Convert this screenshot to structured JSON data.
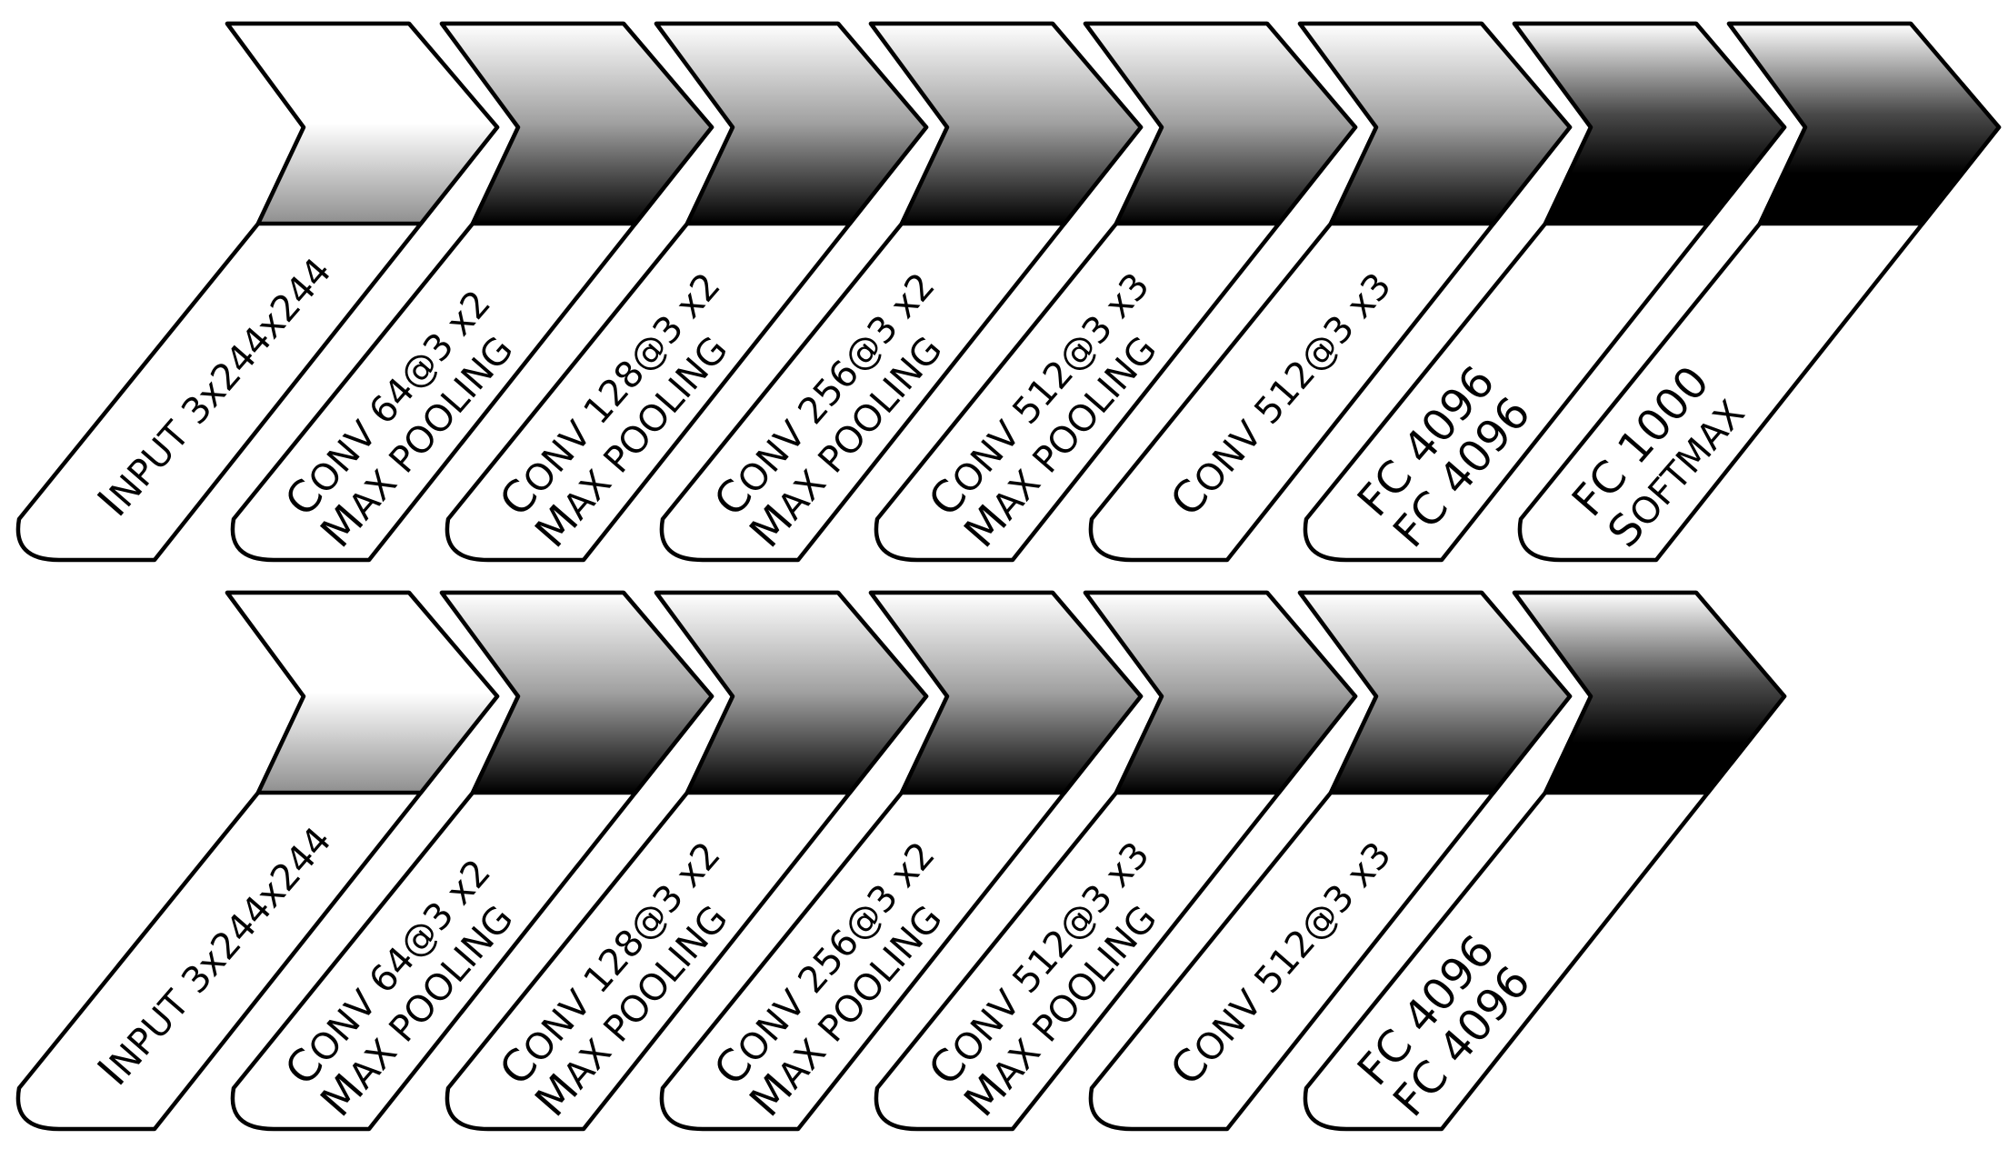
{
  "diagram": {
    "rows": [
      {
        "blocks": [
          {
            "lines": [
              [
                [
                  "I",
                  "cap"
                ],
                [
                  "NPUT 3x244x244",
                  ""
                ]
              ]
            ],
            "tone": "white"
          },
          {
            "lines": [
              [
                [
                  "C",
                  "cap"
                ],
                [
                  "ONV 64@3 x2",
                  ""
                ]
              ],
              [
                [
                  "M",
                  "cap"
                ],
                [
                  "AX POOLING",
                  ""
                ]
              ]
            ],
            "tone": "mid"
          },
          {
            "lines": [
              [
                [
                  "C",
                  "cap"
                ],
                [
                  "ONV 128@3 x2",
                  ""
                ]
              ],
              [
                [
                  "M",
                  "cap"
                ],
                [
                  "AX POOLING",
                  ""
                ]
              ]
            ],
            "tone": "mid"
          },
          {
            "lines": [
              [
                [
                  "C",
                  "cap"
                ],
                [
                  "ONV 256@3 x2",
                  ""
                ]
              ],
              [
                [
                  "M",
                  "cap"
                ],
                [
                  "AX POOLING",
                  ""
                ]
              ]
            ],
            "tone": "mid"
          },
          {
            "lines": [
              [
                [
                  "C",
                  "cap"
                ],
                [
                  "ONV 512@3 x3",
                  ""
                ]
              ],
              [
                [
                  "M",
                  "cap"
                ],
                [
                  "AX POOLING",
                  ""
                ]
              ]
            ],
            "tone": "mid"
          },
          {
            "lines": [
              [
                [
                  "C",
                  "cap"
                ],
                [
                  "ONV 512@3 x3",
                  ""
                ]
              ]
            ],
            "tone": "mid"
          },
          {
            "lines": [
              [
                [
                  "FC 4096",
                  "cap"
                ]
              ],
              [
                [
                  "FC 4096",
                  "cap"
                ]
              ]
            ],
            "tone": "dark"
          },
          {
            "lines": [
              [
                [
                  "FC 1000",
                  "cap"
                ]
              ],
              [
                [
                  "S",
                  "cap"
                ],
                [
                  "OFTMAX",
                  ""
                ]
              ]
            ],
            "tone": "dark"
          }
        ]
      },
      {
        "blocks": [
          {
            "lines": [
              [
                [
                  "I",
                  "cap"
                ],
                [
                  "NPUT 3x244x244",
                  ""
                ]
              ]
            ],
            "tone": "white"
          },
          {
            "lines": [
              [
                [
                  "C",
                  "cap"
                ],
                [
                  "ONV 64@3 x2",
                  ""
                ]
              ],
              [
                [
                  "M",
                  "cap"
                ],
                [
                  "AX POOLING",
                  ""
                ]
              ]
            ],
            "tone": "mid"
          },
          {
            "lines": [
              [
                [
                  "C",
                  "cap"
                ],
                [
                  "ONV 128@3 x2",
                  ""
                ]
              ],
              [
                [
                  "M",
                  "cap"
                ],
                [
                  "AX POOLING",
                  ""
                ]
              ]
            ],
            "tone": "mid"
          },
          {
            "lines": [
              [
                [
                  "C",
                  "cap"
                ],
                [
                  "ONV 256@3 x2",
                  ""
                ]
              ],
              [
                [
                  "M",
                  "cap"
                ],
                [
                  "AX POOLING",
                  ""
                ]
              ]
            ],
            "tone": "mid"
          },
          {
            "lines": [
              [
                [
                  "C",
                  "cap"
                ],
                [
                  "ONV 512@3 x3",
                  ""
                ]
              ],
              [
                [
                  "M",
                  "cap"
                ],
                [
                  "AX POOLING",
                  ""
                ]
              ]
            ],
            "tone": "mid"
          },
          {
            "lines": [
              [
                [
                  "C",
                  "cap"
                ],
                [
                  "ONV 512@3 x3",
                  ""
                ]
              ]
            ],
            "tone": "mid"
          },
          {
            "lines": [
              [
                [
                  "FC 4096",
                  "cap"
                ]
              ],
              [
                [
                  "FC 4096",
                  "cap"
                ]
              ]
            ],
            "tone": "dark"
          }
        ]
      }
    ],
    "colors": {
      "outline": "#000000",
      "background": "#ffffff",
      "gradient_light": "#ffffff",
      "gradient_mid": "#9a9a9a",
      "gradient_dark": "#000000"
    }
  }
}
